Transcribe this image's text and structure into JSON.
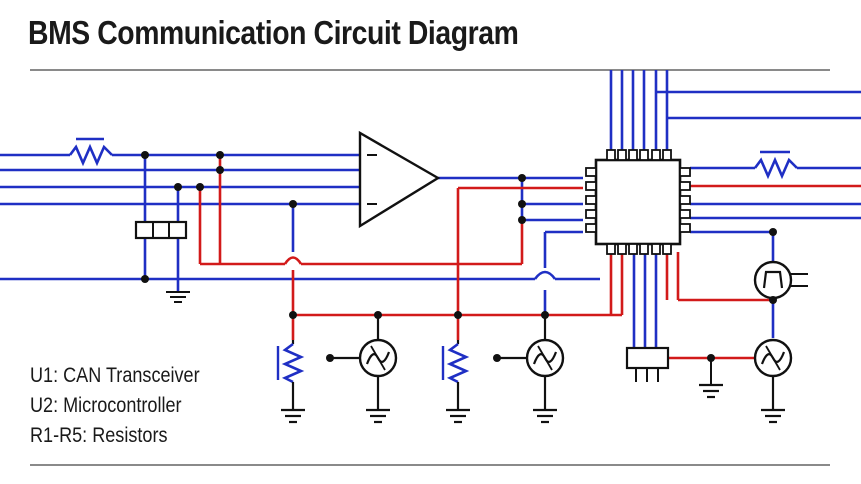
{
  "title": "BMS Communication Circuit Diagram",
  "legend": [
    "U1: CAN Transceiver",
    "U2: Microcontroller",
    "R1-R5: Resistors"
  ],
  "colors": {
    "bus_wire": "#1f2fc4",
    "power_wire": "#d21a1a",
    "component": "#111111",
    "rule": "#8a8a8a"
  },
  "symbols": [
    "resistor",
    "op-amp",
    "microcontroller-chip",
    "connector-block",
    "ground",
    "ac-source",
    "pulse-source",
    "header-connector"
  ]
}
